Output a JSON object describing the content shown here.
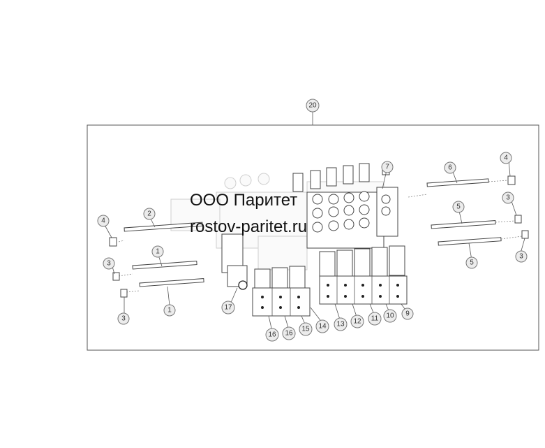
{
  "diagram": {
    "assembly_callout": "20",
    "callouts": [
      "1",
      "1",
      "2",
      "3",
      "3",
      "3",
      "3",
      "4",
      "4",
      "5",
      "5",
      "6",
      "7",
      "9",
      "10",
      "11",
      "12",
      "13",
      "14",
      "15",
      "16",
      "16",
      "17"
    ]
  },
  "watermark": {
    "line1": "ООО Паритет",
    "line2": "rostov-paritet.ru"
  }
}
